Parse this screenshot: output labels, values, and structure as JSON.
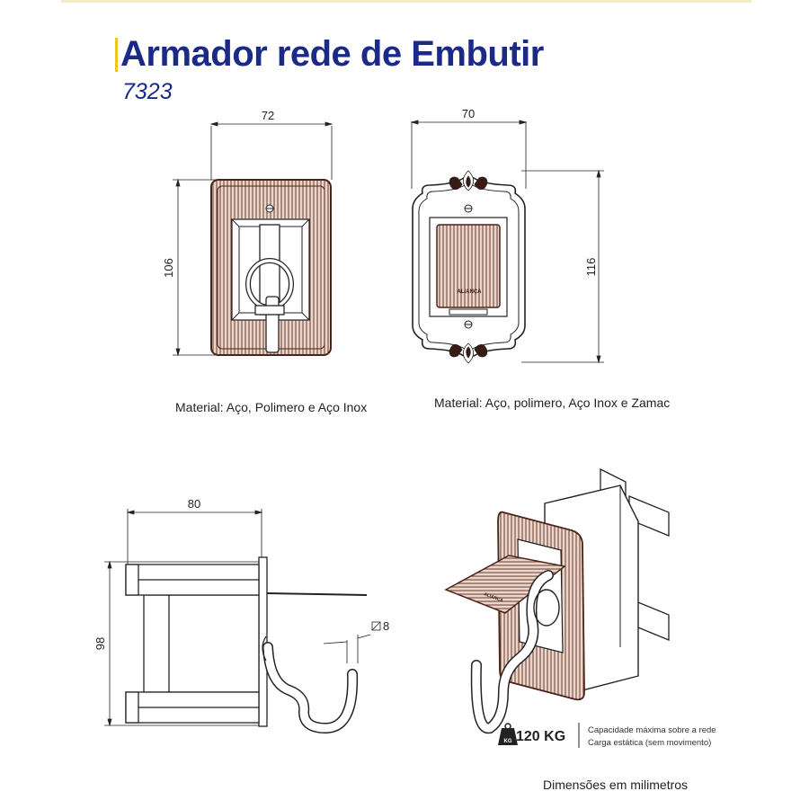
{
  "title": "Armador rede de Embutir",
  "model": "7323",
  "front_view": {
    "width_label": "72",
    "height_label": "106",
    "material": "Material: Aço, Polimero e Aço Inox"
  },
  "decorative_view": {
    "width_label": "70",
    "height_label": "116",
    "brand_mark": "ALIANÇA",
    "material": "Material: Aço, polimero, Aço Inox e Zamac"
  },
  "side_view": {
    "width_label": "80",
    "height_label": "98",
    "diameter_label": "8"
  },
  "perspective_view": {
    "brand_mark": "ALIANÇA"
  },
  "capacity": {
    "weight_icon_text": "KG",
    "value": "120 KG",
    "line1": "Capacidade máxima sobre a rede",
    "line2": "Carga estática (sem movimento)"
  },
  "footer_note": "Dimensões em milimetros",
  "colors": {
    "title": "#1b2a87",
    "accent": "#f0c419",
    "plate_fill": "#e9d6cd",
    "plate_stroke": "#4a2418",
    "line": "#222222"
  }
}
